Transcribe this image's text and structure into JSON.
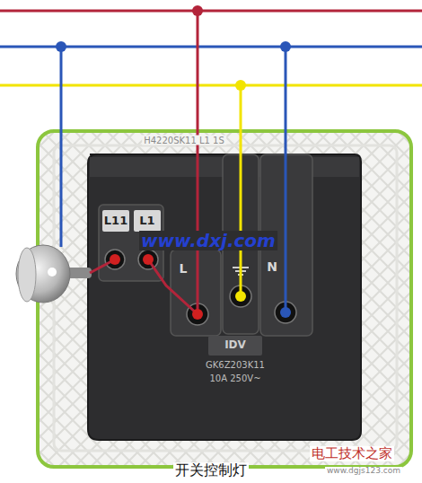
{
  "diagram": {
    "caption": "开关控制灯",
    "labels": [
      "H4220SK11 L1 1S",
      "L11",
      "L1",
      "L",
      "N",
      "IDV",
      "GK6Z203K11",
      "10A 250V~",
      "www.dxj.com",
      "电工技术之家",
      "www.dgjs123.com"
    ]
  }
}
